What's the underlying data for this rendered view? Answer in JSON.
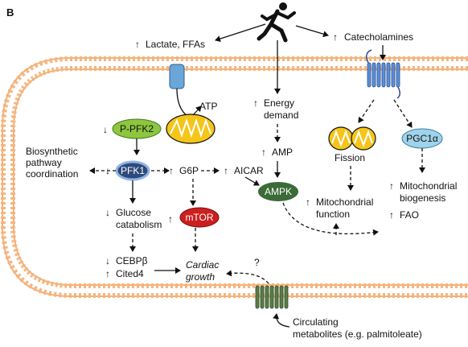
{
  "panel_label": "B",
  "labels": {
    "lactate": "Lactate, FFAs",
    "catecholamines": "Catecholamines",
    "atp": "ATP",
    "energy": "Energy",
    "demand": "demand",
    "p_pfk2": "P-PFK2",
    "pfk1": "PFK1",
    "bio1": "Biosynthetic",
    "bio2": "pathway",
    "bio3": "coordination",
    "g6p": "G6P",
    "aicar": "AICAR",
    "amp": "AMP",
    "ampk": "AMPK",
    "fission": "Fission",
    "pgc1a": "PGC1α",
    "mito_func1": "Mitochondrial",
    "mito_func2": "function",
    "mito_bio1": "Mitochondrial",
    "mito_bio2": "biogenesis",
    "fao": "FAO",
    "glucose1": "Glucose",
    "glucose2": "catabolism",
    "mtor": "mTOR",
    "cebpb": "CEBPβ",
    "cited4": "Cited4",
    "cardiac1": "Cardiac",
    "cardiac2": "growth",
    "question": "?",
    "circ1": "Circulating",
    "circ2": "metabolites (e.g. palmitoleate)"
  },
  "colors": {
    "membrane": "#f6b27a",
    "ppfk2": "#8dc63f",
    "pfk1": "#2e4a7a",
    "ampk": "#3b6b37",
    "mtor": "#cc1f1f",
    "pgc1a": "#9fd3ea",
    "mito": "#f5c518",
    "transporter": "#6aa7d8",
    "gpcr": "#5b8fd6",
    "receptor": "#5a7d4a"
  },
  "icons": [
    "runner-icon",
    "mitochondrion-icon",
    "transporter-icon",
    "gpcr-receptor-icon",
    "membrane-receptor-icon"
  ]
}
